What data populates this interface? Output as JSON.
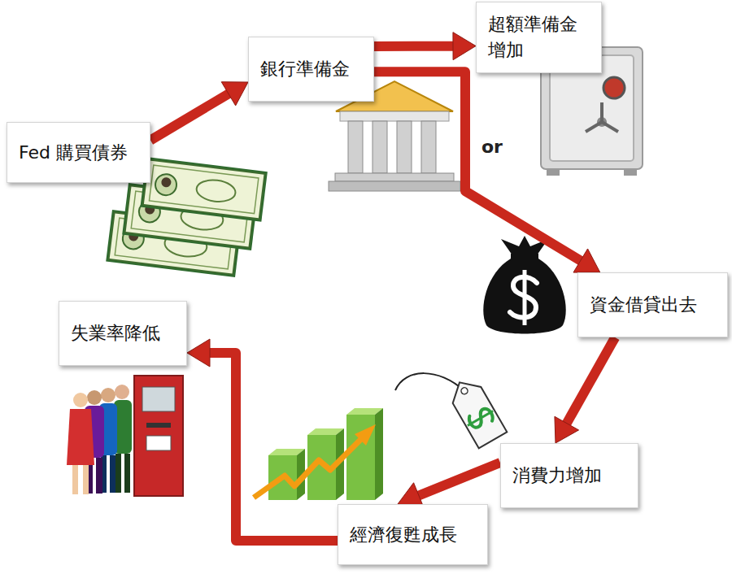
{
  "diagram": {
    "nodes": [
      {
        "text": [
          "Fed 購買債券"
        ]
      },
      {
        "text": [
          "銀行準備金"
        ]
      },
      {
        "text": [
          "超額準備金增加"
        ]
      },
      {
        "text": [
          "資金借貸出去"
        ]
      },
      {
        "text": [
          "消費力增加"
        ]
      },
      {
        "text": [
          "經濟復甦成長"
        ]
      },
      {
        "text": [
          "失業率降低"
        ]
      }
    ],
    "edges": [
      {
        "from": 0,
        "to": 1,
        "arrow": "to"
      },
      {
        "from": 1,
        "to": 2,
        "arrow": "to"
      },
      {
        "from": 1,
        "to": 3,
        "arrow": "to"
      },
      {
        "from": 3,
        "to": 4,
        "arrow": "to"
      },
      {
        "from": 4,
        "to": 5,
        "arrow": "to"
      },
      {
        "from": 5,
        "to": 6,
        "arrow": "to"
      }
    ],
    "labels": [
      "or"
    ]
  }
}
